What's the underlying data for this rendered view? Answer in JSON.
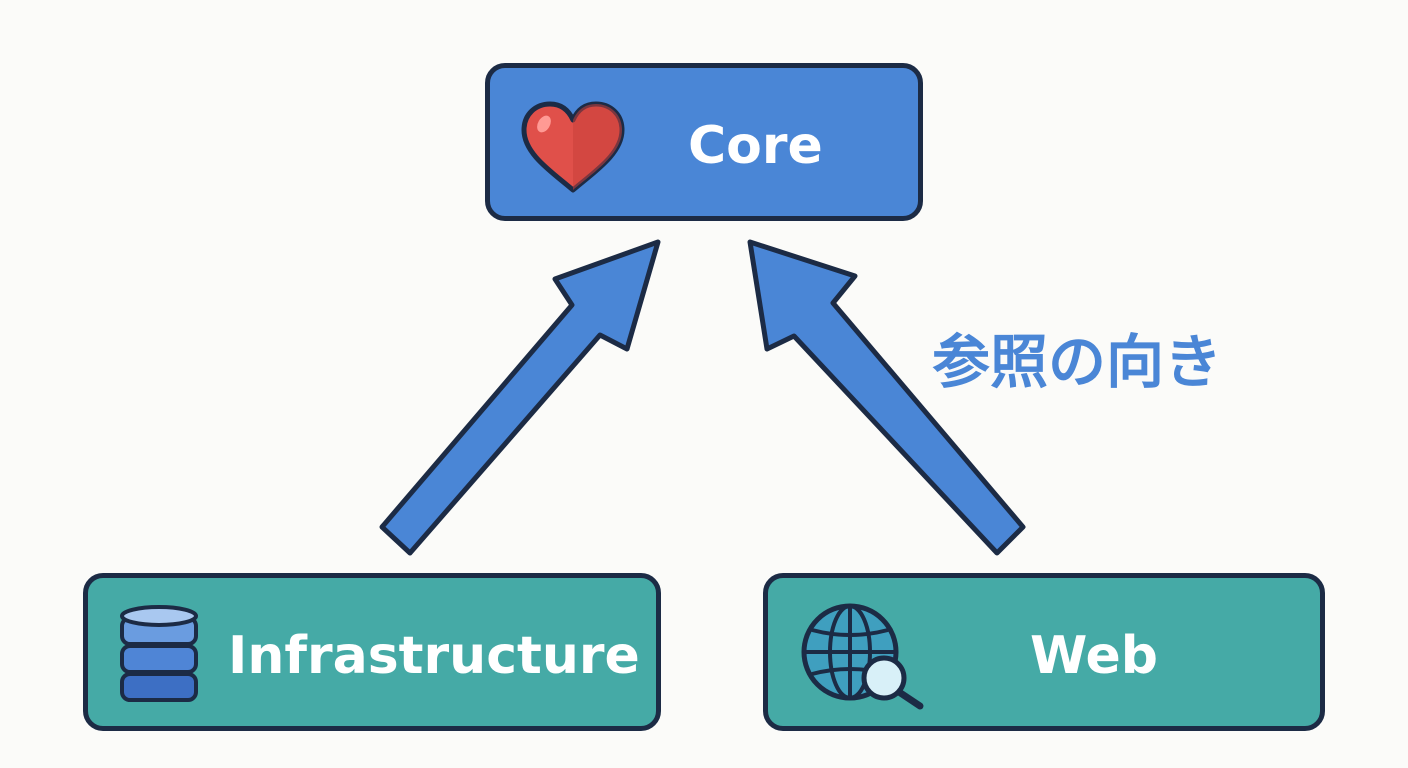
{
  "nodes": {
    "core": {
      "label": "Core",
      "icon": "heart-icon",
      "fill": "#4a86d6"
    },
    "infrastructure": {
      "label": "Infrastructure",
      "icon": "database-icon",
      "fill": "#45aaa6"
    },
    "web": {
      "label": "Web",
      "icon": "globe-search-icon",
      "fill": "#45aaa6"
    }
  },
  "caption": {
    "text": "参照の向き",
    "color": "#4a86d6"
  },
  "arrows": [
    {
      "from": "infrastructure",
      "to": "core"
    },
    {
      "from": "web",
      "to": "core"
    }
  ],
  "colors": {
    "outline": "#1c2b45",
    "arrow": "#4a86d6",
    "heart": "#e0504a",
    "database": "#3d6fc4",
    "background": "#fbfbf9"
  }
}
